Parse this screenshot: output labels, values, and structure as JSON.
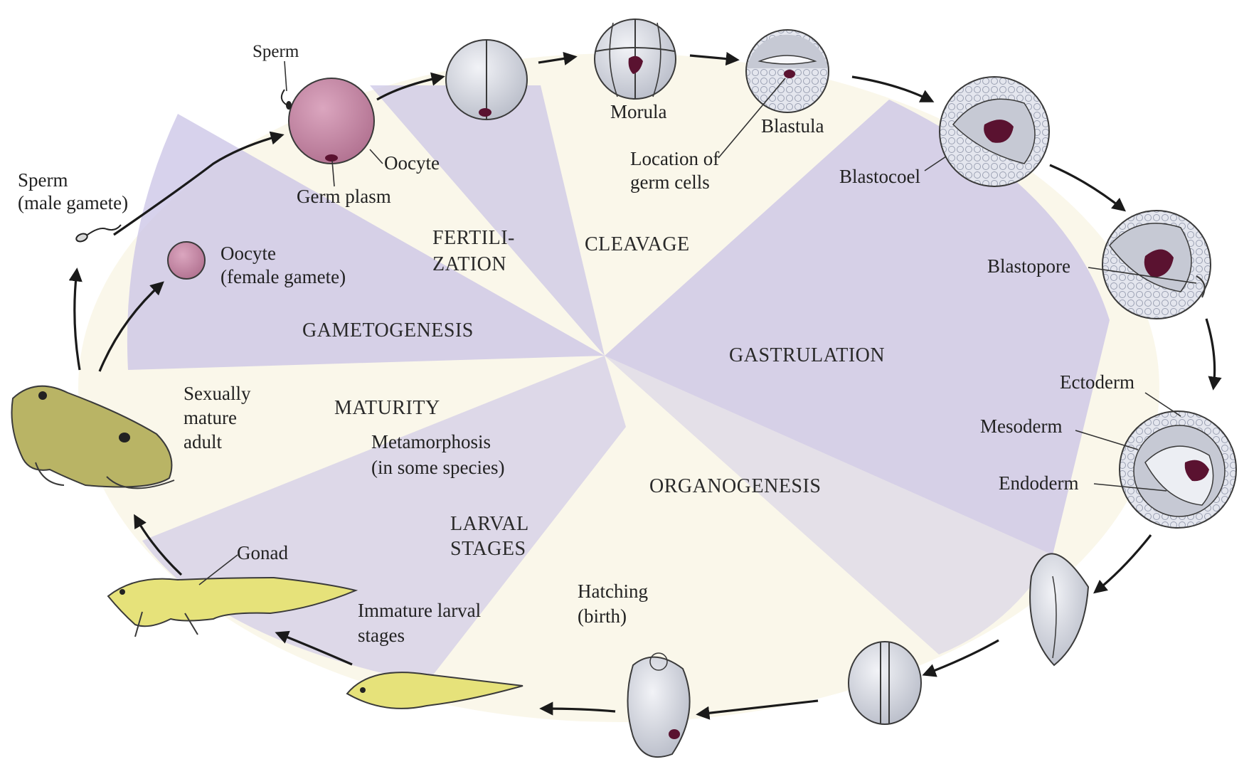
{
  "stages": {
    "fertilization_line1": "FERTILI-",
    "fertilization_line2": "ZATION",
    "cleavage": "CLEAVAGE",
    "gametogenesis": "GAMETOGENESIS",
    "gastrulation": "GASTRULATION",
    "maturity": "MATURITY",
    "organogenesis": "ORGANOGENESIS",
    "larval_line1": "LARVAL",
    "larval_line2": "STAGES"
  },
  "labels": {
    "sperm_top": "Sperm",
    "sperm_gamete_line1": "Sperm",
    "sperm_gamete_line2": "(male gamete)",
    "oocyte": "Oocyte",
    "germ_plasm": "Germ plasm",
    "oocyte_female_line1": "Oocyte",
    "oocyte_female_line2": "(female gamete)",
    "morula": "Morula",
    "blastula": "Blastula",
    "location_line1": "Location of",
    "location_line2": "germ cells",
    "blastocoel": "Blastocoel",
    "blastopore": "Blastopore",
    "ectoderm": "Ectoderm",
    "mesoderm": "Mesoderm",
    "endoderm": "Endoderm",
    "adult_line1": "Sexually",
    "adult_line2": "mature",
    "adult_line3": "adult",
    "metamorphosis_line1": "Metamorphosis",
    "metamorphosis_line2": "(in some species)",
    "gonad": "Gonad",
    "immature_line1": "Immature larval",
    "immature_line2": "stages",
    "hatching_line1": "Hatching",
    "hatching_line2": "(birth)"
  },
  "colors": {
    "lavender": "#c9c3e6",
    "cream": "#f4efd6",
    "oocyte_pink": "#c98aa8",
    "embryo_gray": "#d8dbe4",
    "germ_dark": "#5a1230",
    "frog_green": "#b9b465",
    "tadpole_yellow": "#e6e27a"
  }
}
